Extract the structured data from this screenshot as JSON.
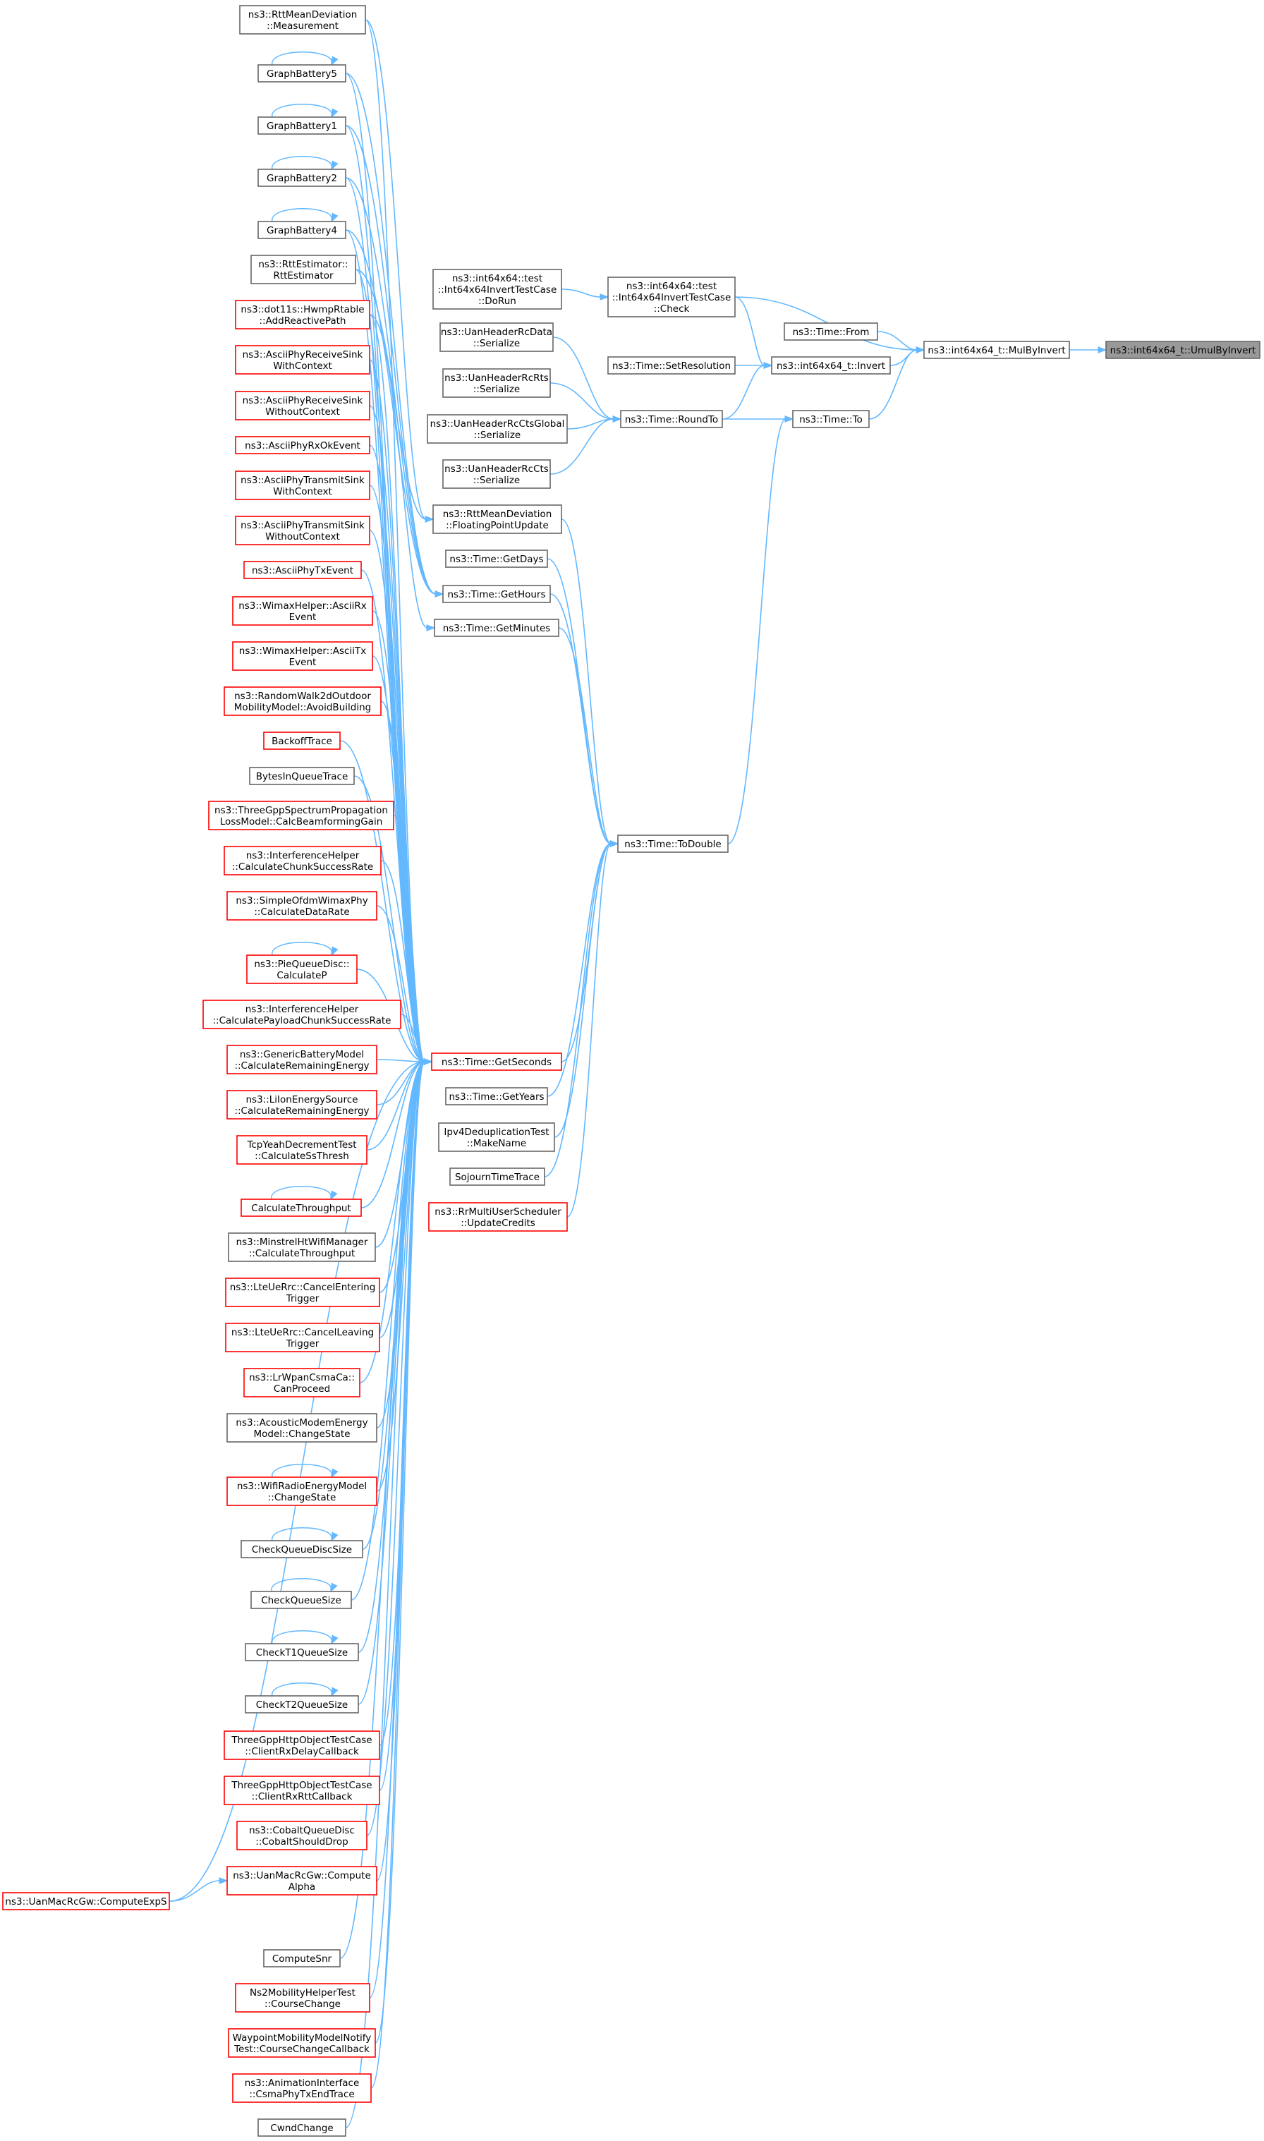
{
  "colors": {
    "edge": "#63b8ff",
    "border_normal": "#666666",
    "border_truncated": "#ff0000",
    "fill_normal": "#ffffff",
    "fill_root": "#999999"
  },
  "nodes": [
    {
      "id": "n_root",
      "lines": [
        "ns3::int64x64_t::UmulByInvert"
      ],
      "style": "root"
    },
    {
      "id": "n_mulbyinvert",
      "lines": [
        "ns3::int64x64_t::MulByInvert"
      ],
      "style": "normal"
    },
    {
      "id": "n_check",
      "lines": [
        "ns3::int64x64::test",
        "::Int64x64InvertTestCase",
        "::Check"
      ],
      "style": "normal"
    },
    {
      "id": "n_from",
      "lines": [
        "ns3::Time::From"
      ],
      "style": "normal"
    },
    {
      "id": "n_invert",
      "lines": [
        "ns3::int64x64_t::Invert"
      ],
      "style": "normal"
    },
    {
      "id": "n_to",
      "lines": [
        "ns3::Time::To"
      ],
      "style": "normal"
    },
    {
      "id": "n_dorun",
      "lines": [
        "ns3::int64x64::test",
        "::Int64x64InvertTestCase",
        "::DoRun"
      ],
      "style": "normal"
    },
    {
      "id": "n_setres",
      "lines": [
        "ns3::Time::SetResolution"
      ],
      "style": "normal"
    },
    {
      "id": "n_roundto",
      "lines": [
        "ns3::Time::RoundTo"
      ],
      "style": "normal"
    },
    {
      "id": "n_todouble",
      "lines": [
        "ns3::Time::ToDouble"
      ],
      "style": "normal"
    },
    {
      "id": "n_uanrcdata",
      "lines": [
        "ns3::UanHeaderRcData",
        "::Serialize"
      ],
      "style": "normal"
    },
    {
      "id": "n_uanrcrts",
      "lines": [
        "ns3::UanHeaderRcRts",
        "::Serialize"
      ],
      "style": "normal"
    },
    {
      "id": "n_uanrcctsg",
      "lines": [
        "ns3::UanHeaderRcCtsGlobal",
        "::Serialize"
      ],
      "style": "normal"
    },
    {
      "id": "n_uanrccts",
      "lines": [
        "ns3::UanHeaderRcCts",
        "::Serialize"
      ],
      "style": "normal"
    },
    {
      "id": "n_rttfpu",
      "lines": [
        "ns3::RttMeanDeviation",
        "::FloatingPointUpdate"
      ],
      "style": "normal"
    },
    {
      "id": "n_getdays",
      "lines": [
        "ns3::Time::GetDays"
      ],
      "style": "normal"
    },
    {
      "id": "n_gethours",
      "lines": [
        "ns3::Time::GetHours"
      ],
      "style": "normal"
    },
    {
      "id": "n_getminutes",
      "lines": [
        "ns3::Time::GetMinutes"
      ],
      "style": "normal"
    },
    {
      "id": "n_getseconds",
      "lines": [
        "ns3::Time::GetSeconds"
      ],
      "style": "truncated"
    },
    {
      "id": "n_getyears",
      "lines": [
        "ns3::Time::GetYears"
      ],
      "style": "normal"
    },
    {
      "id": "n_ipv4dedup",
      "lines": [
        "Ipv4DeduplicationTest",
        "::MakeName"
      ],
      "style": "normal"
    },
    {
      "id": "n_sojourn",
      "lines": [
        "SojournTimeTrace"
      ],
      "style": "normal"
    },
    {
      "id": "n_rrmulti",
      "lines": [
        "ns3::RrMultiUserScheduler",
        "::UpdateCredits"
      ],
      "style": "truncated"
    },
    {
      "id": "n_rttmeas",
      "lines": [
        "ns3::RttMeanDeviation",
        "::Measurement"
      ],
      "style": "normal"
    },
    {
      "id": "n_gb5",
      "lines": [
        "GraphBattery5"
      ],
      "style": "normal"
    },
    {
      "id": "n_gb1",
      "lines": [
        "GraphBattery1"
      ],
      "style": "normal"
    },
    {
      "id": "n_gb2",
      "lines": [
        "GraphBattery2"
      ],
      "style": "normal"
    },
    {
      "id": "n_gb4",
      "lines": [
        "GraphBattery4"
      ],
      "style": "normal"
    },
    {
      "id": "n_rttest",
      "lines": [
        "ns3::RttEstimator::",
        "RttEstimator"
      ],
      "style": "normal"
    },
    {
      "id": "n_dot11s",
      "lines": [
        "ns3::dot11s::HwmpRtable",
        "::AddReactivePath"
      ],
      "style": "truncated"
    },
    {
      "id": "n_asciirxwith",
      "lines": [
        "ns3::AsciiPhyReceiveSink",
        "WithContext"
      ],
      "style": "truncated"
    },
    {
      "id": "n_asciirxwithout",
      "lines": [
        "ns3::AsciiPhyReceiveSink",
        "WithoutContext"
      ],
      "style": "truncated"
    },
    {
      "id": "n_asciirxok",
      "lines": [
        "ns3::AsciiPhyRxOkEvent"
      ],
      "style": "truncated"
    },
    {
      "id": "n_asciitxwith",
      "lines": [
        "ns3::AsciiPhyTransmitSink",
        "WithContext"
      ],
      "style": "truncated"
    },
    {
      "id": "n_asciitxwithout",
      "lines": [
        "ns3::AsciiPhyTransmitSink",
        "WithoutContext"
      ],
      "style": "truncated"
    },
    {
      "id": "n_asciitxevent",
      "lines": [
        "ns3::AsciiPhyTxEvent"
      ],
      "style": "truncated"
    },
    {
      "id": "n_wimaxrx",
      "lines": [
        "ns3::WimaxHelper::AsciiRx",
        "Event"
      ],
      "style": "truncated"
    },
    {
      "id": "n_wimaxtx",
      "lines": [
        "ns3::WimaxHelper::AsciiTx",
        "Event"
      ],
      "style": "truncated"
    },
    {
      "id": "n_rw2d",
      "lines": [
        "ns3::RandomWalk2dOutdoor",
        "MobilityModel::AvoidBuilding"
      ],
      "style": "truncated"
    },
    {
      "id": "n_backoff",
      "lines": [
        "BackoffTrace"
      ],
      "style": "truncated"
    },
    {
      "id": "n_bytesinq",
      "lines": [
        "BytesInQueueTrace"
      ],
      "style": "normal"
    },
    {
      "id": "n_3gppspec",
      "lines": [
        "ns3::ThreeGppSpectrumPropagation",
        "LossModel::CalcBeamformingGain"
      ],
      "style": "truncated"
    },
    {
      "id": "n_intfchunk",
      "lines": [
        "ns3::InterferenceHelper",
        "::CalculateChunkSuccessRate"
      ],
      "style": "truncated"
    },
    {
      "id": "n_simpleofdm",
      "lines": [
        "ns3::SimpleOfdmWimaxPhy",
        "::CalculateDataRate"
      ],
      "style": "truncated"
    },
    {
      "id": "n_piequeue",
      "lines": [
        "ns3::PieQueueDisc::",
        "CalculateP"
      ],
      "style": "truncated"
    },
    {
      "id": "n_intfpayload",
      "lines": [
        "ns3::InterferenceHelper",
        "::CalculatePayloadChunkSuccessRate"
      ],
      "style": "truncated"
    },
    {
      "id": "n_genericbatt",
      "lines": [
        "ns3::GenericBatteryModel",
        "::CalculateRemainingEnergy"
      ],
      "style": "truncated"
    },
    {
      "id": "n_liion",
      "lines": [
        "ns3::LiIonEnergySource",
        "::CalculateRemainingEnergy"
      ],
      "style": "truncated"
    },
    {
      "id": "n_tcpyeah",
      "lines": [
        "TcpYeahDecrementTest",
        "::CalculateSsThresh"
      ],
      "style": "truncated"
    },
    {
      "id": "n_calcthru",
      "lines": [
        "CalculateThroughput"
      ],
      "style": "truncated"
    },
    {
      "id": "n_minstrel",
      "lines": [
        "ns3::MinstrelHtWifiManager",
        "::CalculateThroughput"
      ],
      "style": "normal"
    },
    {
      "id": "n_ltecancelent",
      "lines": [
        "ns3::LteUeRrc::CancelEntering",
        "Trigger"
      ],
      "style": "truncated"
    },
    {
      "id": "n_ltecancelleave",
      "lines": [
        "ns3::LteUeRrc::CancelLeaving",
        "Trigger"
      ],
      "style": "truncated"
    },
    {
      "id": "n_lrwpan",
      "lines": [
        "ns3::LrWpanCsmaCa::",
        "CanProceed"
      ],
      "style": "truncated"
    },
    {
      "id": "n_acoustic",
      "lines": [
        "ns3::AcousticModemEnergy",
        "Model::ChangeState"
      ],
      "style": "normal"
    },
    {
      "id": "n_wifiradio",
      "lines": [
        "ns3::WifiRadioEnergyModel",
        "::ChangeState"
      ],
      "style": "truncated"
    },
    {
      "id": "n_checkqdisc",
      "lines": [
        "CheckQueueDiscSize"
      ],
      "style": "normal"
    },
    {
      "id": "n_checkqsize",
      "lines": [
        "CheckQueueSize"
      ],
      "style": "normal"
    },
    {
      "id": "n_checkt1",
      "lines": [
        "CheckT1QueueSize"
      ],
      "style": "normal"
    },
    {
      "id": "n_checkt2",
      "lines": [
        "CheckT2QueueSize"
      ],
      "style": "normal"
    },
    {
      "id": "n_3gpphttprx",
      "lines": [
        "ThreeGppHttpObjectTestCase",
        "::ClientRxDelayCallback"
      ],
      "style": "truncated"
    },
    {
      "id": "n_3gpphttprtt",
      "lines": [
        "ThreeGppHttpObjectTestCase",
        "::ClientRxRttCallback"
      ],
      "style": "truncated"
    },
    {
      "id": "n_cobalt",
      "lines": [
        "ns3::CobaltQueueDisc",
        "::CobaltShouldDrop"
      ],
      "style": "truncated"
    },
    {
      "id": "n_uanmacalpha",
      "lines": [
        "ns3::UanMacRcGw::Compute",
        "Alpha"
      ],
      "style": "truncated"
    },
    {
      "id": "n_uanmacexps",
      "lines": [
        "ns3::UanMacRcGw::ComputeExpS"
      ],
      "style": "truncated"
    },
    {
      "id": "n_computesnr",
      "lines": [
        "ComputeSnr"
      ],
      "style": "normal"
    },
    {
      "id": "n_ns2mob",
      "lines": [
        "Ns2MobilityHelperTest",
        "::CourseChange"
      ],
      "style": "truncated"
    },
    {
      "id": "n_waypoint",
      "lines": [
        "WaypointMobilityModelNotify",
        "Test::CourseChangeCallback"
      ],
      "style": "truncated"
    },
    {
      "id": "n_animcsma",
      "lines": [
        "ns3::AnimationInterface",
        "::CsmaPhyTxEndTrace"
      ],
      "style": "truncated"
    },
    {
      "id": "n_cwnd",
      "lines": [
        "CwndChange"
      ],
      "style": "normal"
    }
  ],
  "edges": [
    {
      "from": "n_mulbyinvert",
      "to": "n_root"
    },
    {
      "from": "n_check",
      "to": "n_mulbyinvert"
    },
    {
      "from": "n_from",
      "to": "n_mulbyinvert"
    },
    {
      "from": "n_invert",
      "to": "n_mulbyinvert"
    },
    {
      "from": "n_to",
      "to": "n_mulbyinvert"
    },
    {
      "from": "n_dorun",
      "to": "n_check"
    },
    {
      "from": "n_check",
      "to": "n_invert"
    },
    {
      "from": "n_setres",
      "to": "n_invert"
    },
    {
      "from": "n_roundto",
      "to": "n_invert"
    },
    {
      "from": "n_roundto",
      "to": "n_to"
    },
    {
      "from": "n_todouble",
      "to": "n_to"
    },
    {
      "from": "n_uanrcdata",
      "to": "n_roundto"
    },
    {
      "from": "n_uanrcrts",
      "to": "n_roundto"
    },
    {
      "from": "n_uanrcctsg",
      "to": "n_roundto"
    },
    {
      "from": "n_uanrccts",
      "to": "n_roundto"
    },
    {
      "from": "n_rttfpu",
      "to": "n_todouble"
    },
    {
      "from": "n_getdays",
      "to": "n_todouble"
    },
    {
      "from": "n_gethours",
      "to": "n_todouble"
    },
    {
      "from": "n_getminutes",
      "to": "n_todouble"
    },
    {
      "from": "n_getseconds",
      "to": "n_todouble"
    },
    {
      "from": "n_getyears",
      "to": "n_todouble"
    },
    {
      "from": "n_ipv4dedup",
      "to": "n_todouble"
    },
    {
      "from": "n_sojourn",
      "to": "n_todouble"
    },
    {
      "from": "n_rrmulti",
      "to": "n_todouble"
    },
    {
      "from": "n_rttmeas",
      "to": "n_rttfpu"
    },
    {
      "from": "n_gb5",
      "to": "n_gethours"
    },
    {
      "from": "n_gb1",
      "to": "n_gethours"
    },
    {
      "from": "n_gb2",
      "to": "n_gethours"
    },
    {
      "from": "n_gb4",
      "to": "n_gethours"
    },
    {
      "from": "n_rttest",
      "to": "n_rttfpu"
    },
    {
      "from": "n_dot11s",
      "to": "n_getminutes"
    },
    {
      "from": "n_rttmeas",
      "to": "n_getseconds"
    },
    {
      "from": "n_gb5",
      "to": "n_getseconds"
    },
    {
      "from": "n_gb1",
      "to": "n_getseconds"
    },
    {
      "from": "n_gb2",
      "to": "n_getseconds"
    },
    {
      "from": "n_gb4",
      "to": "n_getseconds"
    },
    {
      "from": "n_rttest",
      "to": "n_getseconds"
    },
    {
      "from": "n_dot11s",
      "to": "n_getseconds"
    },
    {
      "from": "n_asciirxwith",
      "to": "n_getseconds"
    },
    {
      "from": "n_asciirxwithout",
      "to": "n_getseconds"
    },
    {
      "from": "n_asciirxok",
      "to": "n_getseconds"
    },
    {
      "from": "n_asciitxwith",
      "to": "n_getseconds"
    },
    {
      "from": "n_asciitxwithout",
      "to": "n_getseconds"
    },
    {
      "from": "n_asciitxevent",
      "to": "n_getseconds"
    },
    {
      "from": "n_wimaxrx",
      "to": "n_getseconds"
    },
    {
      "from": "n_wimaxtx",
      "to": "n_getseconds"
    },
    {
      "from": "n_rw2d",
      "to": "n_getseconds"
    },
    {
      "from": "n_backoff",
      "to": "n_getseconds"
    },
    {
      "from": "n_bytesinq",
      "to": "n_getseconds"
    },
    {
      "from": "n_3gppspec",
      "to": "n_getseconds"
    },
    {
      "from": "n_intfchunk",
      "to": "n_getseconds"
    },
    {
      "from": "n_simpleofdm",
      "to": "n_getseconds"
    },
    {
      "from": "n_piequeue",
      "to": "n_getseconds"
    },
    {
      "from": "n_intfpayload",
      "to": "n_getseconds"
    },
    {
      "from": "n_genericbatt",
      "to": "n_getseconds"
    },
    {
      "from": "n_liion",
      "to": "n_getseconds"
    },
    {
      "from": "n_tcpyeah",
      "to": "n_getseconds"
    },
    {
      "from": "n_calcthru",
      "to": "n_getseconds"
    },
    {
      "from": "n_minstrel",
      "to": "n_getseconds"
    },
    {
      "from": "n_ltecancelent",
      "to": "n_getseconds"
    },
    {
      "from": "n_ltecancelleave",
      "to": "n_getseconds"
    },
    {
      "from": "n_lrwpan",
      "to": "n_getseconds"
    },
    {
      "from": "n_acoustic",
      "to": "n_getseconds"
    },
    {
      "from": "n_wifiradio",
      "to": "n_getseconds"
    },
    {
      "from": "n_checkqdisc",
      "to": "n_getseconds"
    },
    {
      "from": "n_checkqsize",
      "to": "n_getseconds"
    },
    {
      "from": "n_checkt1",
      "to": "n_getseconds"
    },
    {
      "from": "n_checkt2",
      "to": "n_getseconds"
    },
    {
      "from": "n_3gpphttprx",
      "to": "n_getseconds"
    },
    {
      "from": "n_3gpphttprtt",
      "to": "n_getseconds"
    },
    {
      "from": "n_cobalt",
      "to": "n_getseconds"
    },
    {
      "from": "n_uanmacalpha",
      "to": "n_getseconds"
    },
    {
      "from": "n_uanmacexps",
      "to": "n_getseconds"
    },
    {
      "from": "n_computesnr",
      "to": "n_getseconds"
    },
    {
      "from": "n_ns2mob",
      "to": "n_getseconds"
    },
    {
      "from": "n_waypoint",
      "to": "n_getseconds"
    },
    {
      "from": "n_animcsma",
      "to": "n_getseconds"
    },
    {
      "from": "n_cwnd",
      "to": "n_getseconds"
    },
    {
      "from": "n_uanmacexps",
      "to": "n_uanmacalpha"
    },
    {
      "from": "n_gb5",
      "to": "n_gb5"
    },
    {
      "from": "n_gb1",
      "to": "n_gb1"
    },
    {
      "from": "n_gb2",
      "to": "n_gb2"
    },
    {
      "from": "n_gb4",
      "to": "n_gb4"
    },
    {
      "from": "n_piequeue",
      "to": "n_piequeue"
    },
    {
      "from": "n_calcthru",
      "to": "n_calcthru"
    },
    {
      "from": "n_wifiradio",
      "to": "n_wifiradio"
    },
    {
      "from": "n_checkqdisc",
      "to": "n_checkqdisc"
    },
    {
      "from": "n_checkqsize",
      "to": "n_checkqsize"
    },
    {
      "from": "n_checkt1",
      "to": "n_checkt1"
    },
    {
      "from": "n_checkt2",
      "to": "n_checkt2"
    }
  ]
}
